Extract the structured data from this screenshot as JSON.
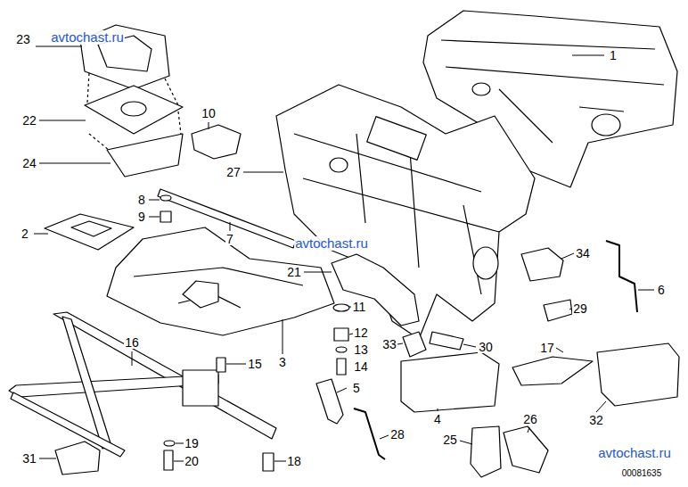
{
  "diagram": {
    "labels": [
      "23",
      "avtochast.ru",
      "1",
      "10",
      "22",
      "27",
      "24",
      "8",
      "9",
      "avtochast.ru",
      "2",
      "7",
      "34",
      "21",
      "6",
      "11",
      "29",
      "16",
      "12",
      "3",
      "33",
      "30",
      "13",
      "17",
      "15",
      "14",
      "5",
      "4",
      "32",
      "28",
      "26",
      "19",
      "25",
      "avtochast.ru",
      "31",
      "20",
      "18",
      "00081635"
    ]
  }
}
